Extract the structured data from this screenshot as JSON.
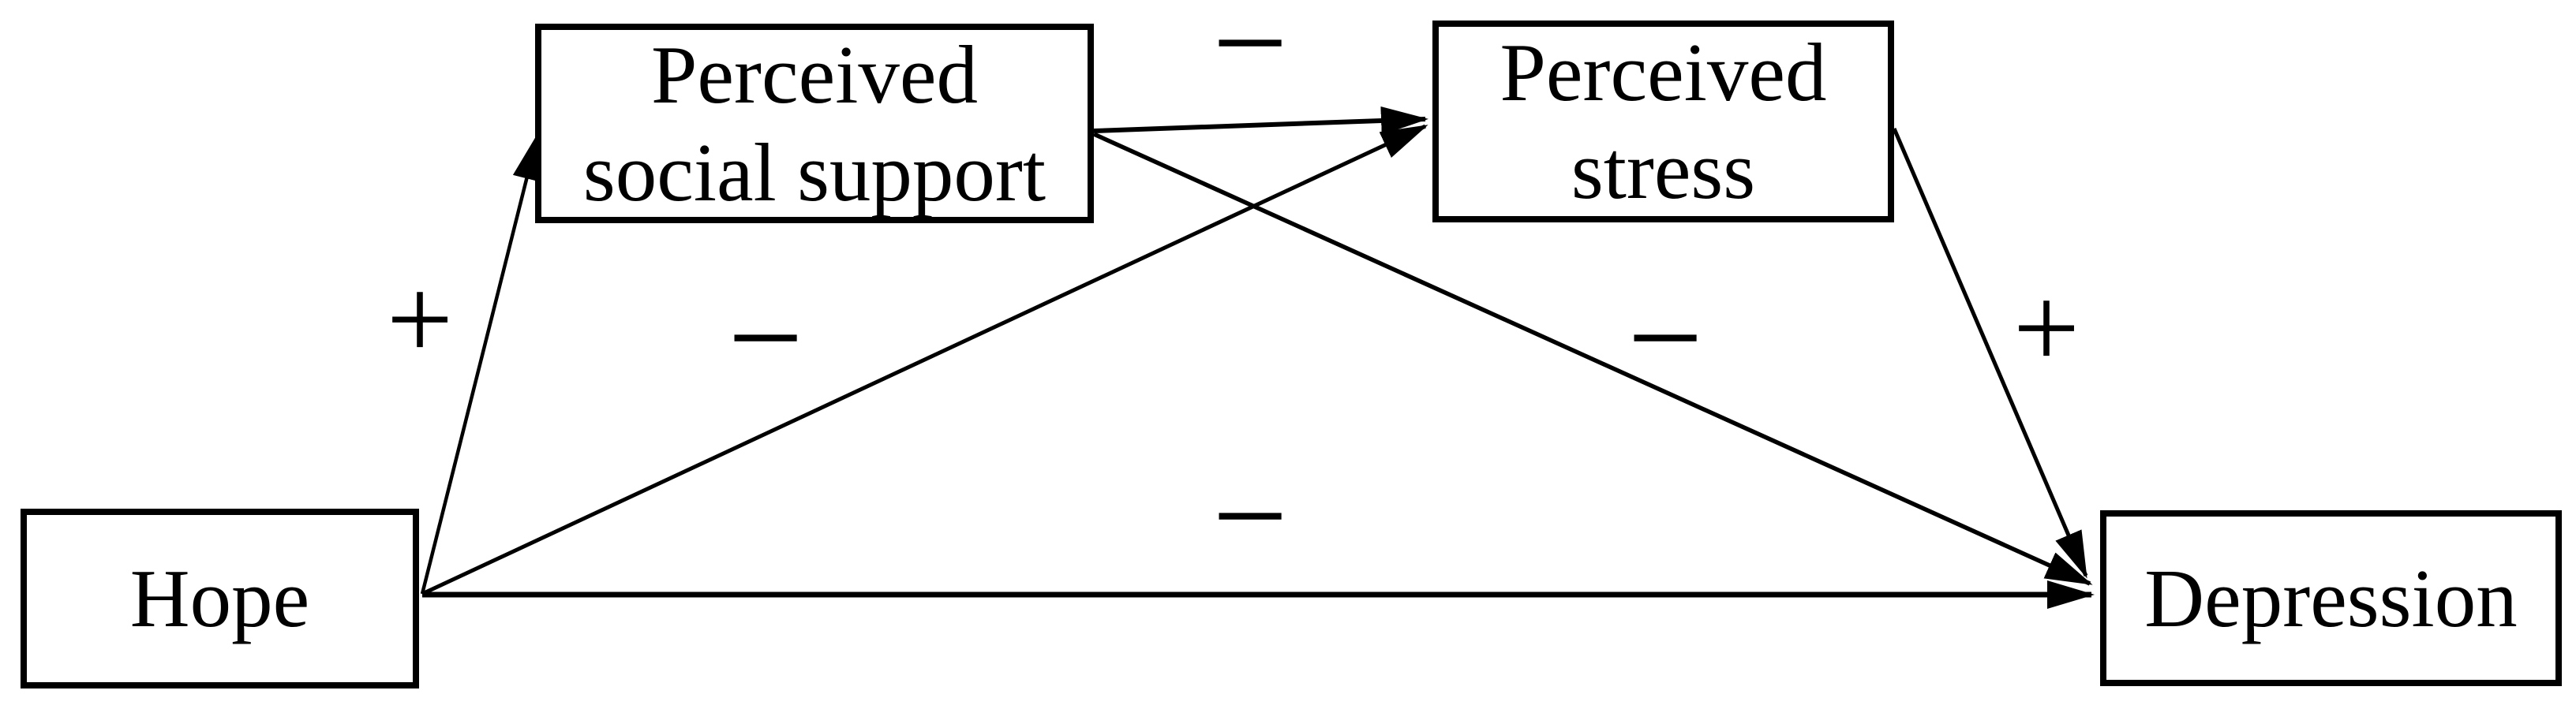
{
  "figure": {
    "type": "path-diagram",
    "background_color": "#ffffff",
    "line_color": "#000000",
    "text_color": "#000000",
    "nodes": {
      "hope": {
        "label": "Hope"
      },
      "perceived_social_support": {
        "line1": "Perceived",
        "line2": "social support"
      },
      "perceived_stress": {
        "line1": "Perceived",
        "line2": "stress"
      },
      "depression": {
        "label": "Depression"
      }
    },
    "edges": {
      "hope_to_social_support": {
        "from": "Hope",
        "to": "Perceived social support",
        "sign": "+"
      },
      "social_support_to_stress": {
        "from": "Perceived social support",
        "to": "Perceived stress",
        "sign": "−"
      },
      "hope_to_stress": {
        "from": "Hope",
        "to": "Perceived stress",
        "sign": "−"
      },
      "social_support_to_depression": {
        "from": "Perceived social support",
        "to": "Depression",
        "sign": "−"
      },
      "stress_to_depression": {
        "from": "Perceived stress",
        "to": "Depression",
        "sign": "+"
      },
      "hope_to_depression": {
        "from": "Hope",
        "to": "Depression",
        "sign": "−"
      }
    }
  }
}
